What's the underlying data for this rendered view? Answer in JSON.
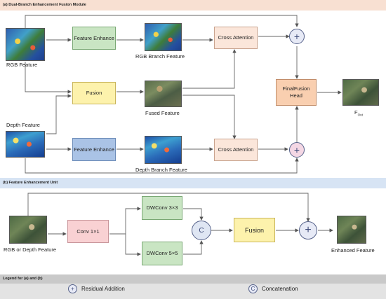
{
  "panel_a": {
    "header": "(a) Dual-Branch Enhancement Fusion Module",
    "rgb_feature_label": "RGB Feature",
    "depth_feature_label": "Depth Feature",
    "feature_enhance_top": "Feature Enhance",
    "feature_enhance_bottom": "Feature Enhance",
    "fusion_label": "Fusion",
    "rgb_branch_label": "RGB Branch Feature",
    "fused_feature_label": "Fused Feature",
    "depth_branch_label": "Depth Branch Feature",
    "cross_attention_top": "Cross Attention",
    "cross_attention_bottom": "Cross Attention",
    "final_fusion_head": "FinalFusion Head",
    "output_main": "F",
    "output_sub": "Out"
  },
  "panel_b": {
    "header": "(b) Feature Enhancement Unit",
    "input_label": "RGB or Depth Feature",
    "conv1_label": "Conv 1×1",
    "dwconv3_label": "DWConv 3×3",
    "dwconv5_label": "DWConv 5×5",
    "concat_symbol": "C",
    "fusion_label": "Fusion",
    "output_label": "Enhanced  Feature"
  },
  "legend": {
    "header": "Legend  for (a) and (b)",
    "residual_label": "Residual Addition",
    "concat_label": "Concatenation",
    "concat_symbol": "C",
    "plus_symbol": "+"
  },
  "colors": {
    "enhance_green": "#c9e5c3",
    "fusion_yellow": "#fdf2ac",
    "enhance_blue": "#aac3e6",
    "attention_peach": "#fbe6da",
    "head_orange": "#f9cfb0",
    "conv_pink": "#f9d1d3"
  }
}
